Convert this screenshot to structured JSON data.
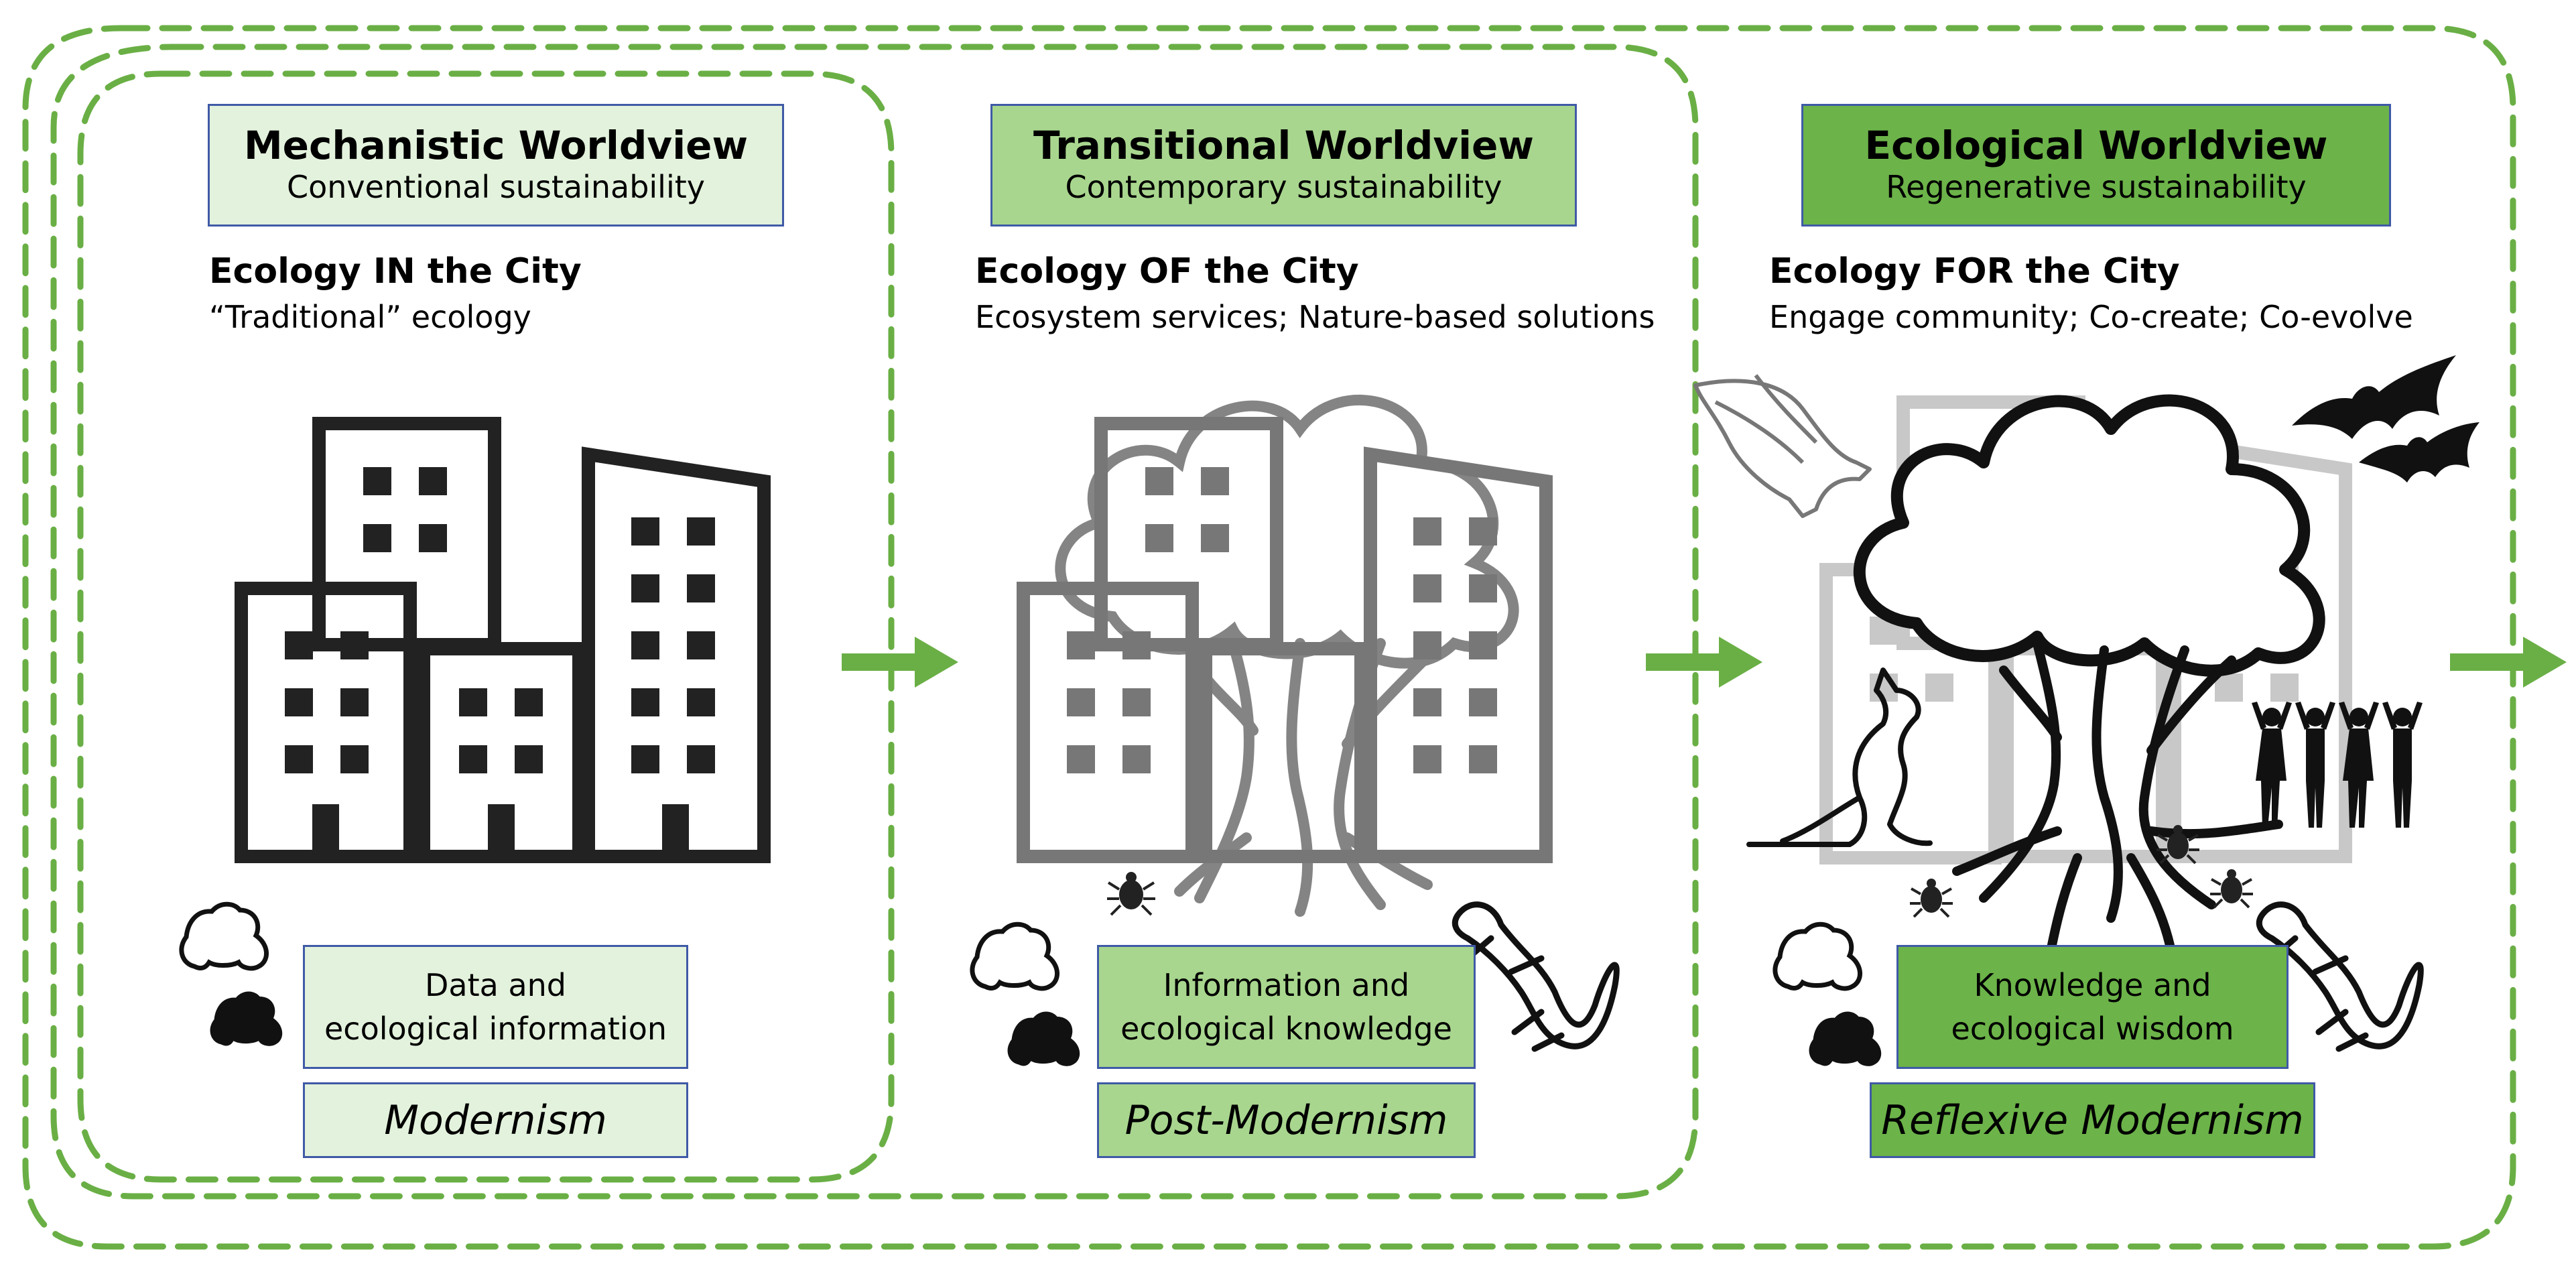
{
  "panels": [
    {
      "title": "Mechanistic Worldview",
      "subtitle": "Conventional sustainability",
      "heading": "Ecology IN the City",
      "description": "“Traditional” ecology",
      "knowledge_line1": "Data and",
      "knowledge_line2": "ecological information",
      "era": "Modernism"
    },
    {
      "title": "Transitional Worldview",
      "subtitle": "Contemporary sustainability",
      "heading": "Ecology OF the City",
      "description": "Ecosystem services; Nature-based solutions",
      "knowledge_line1": "Information and",
      "knowledge_line2": "ecological knowledge",
      "era": "Post-Modernism"
    },
    {
      "title": "Ecological Worldview",
      "subtitle": "Regenerative sustainability",
      "heading": "Ecology FOR the City",
      "description": "Engage community; Co-create; Co-evolve",
      "knowledge_line1": "Knowledge and",
      "knowledge_line2": "ecological wisdom",
      "era": "Reflexive Modernism"
    }
  ],
  "colors": {
    "loop_dash": "#6aaf45",
    "arrow": "#6aaf45",
    "box_border": "#3f5aa6",
    "fill_light": "#e3f2dc",
    "fill_medium": "#a8d68e",
    "fill_dark": "#6cb349"
  },
  "icons": [
    "city-buildings-icon",
    "tree-icon",
    "frog-outline-icon",
    "frog-solid-icon",
    "beetle-icon",
    "lizard-icon",
    "bird-icon",
    "bat-icon",
    "kangaroo-icon",
    "people-group-icon"
  ]
}
